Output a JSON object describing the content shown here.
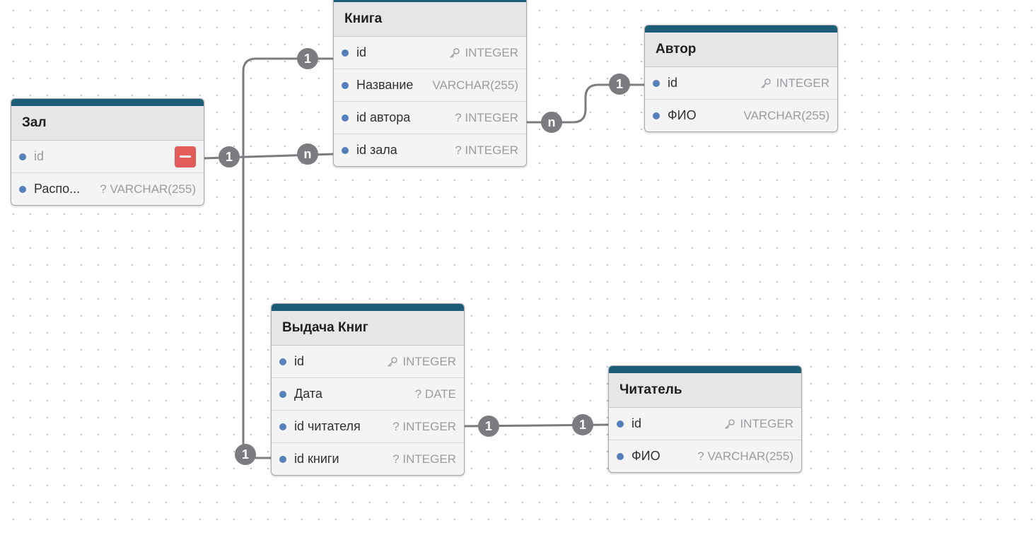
{
  "tables": {
    "kniga": {
      "title": "Книга",
      "fields": [
        {
          "name": "id",
          "type": "INTEGER",
          "key": true
        },
        {
          "name": "Название",
          "type": "VARCHAR(255)"
        },
        {
          "name": "id автора",
          "type": "? INTEGER"
        },
        {
          "name": "id зала",
          "type": "? INTEGER"
        }
      ]
    },
    "avtor": {
      "title": "Автор",
      "fields": [
        {
          "name": "id",
          "type": "INTEGER",
          "key": true
        },
        {
          "name": "ФИО",
          "type": "VARCHAR(255)"
        }
      ]
    },
    "zal": {
      "title": "Зал",
      "fields": [
        {
          "name": "id",
          "type": ""
        },
        {
          "name": "Распо...",
          "type": "? VARCHAR(255)"
        }
      ]
    },
    "vydacha": {
      "title": "Выдача Книг",
      "fields": [
        {
          "name": "id",
          "type": "INTEGER",
          "key": true
        },
        {
          "name": "Дата",
          "type": "? DATE"
        },
        {
          "name": "id читателя",
          "type": "? INTEGER"
        },
        {
          "name": "id книги",
          "type": "? INTEGER"
        }
      ]
    },
    "chitatel": {
      "title": "Читатель",
      "fields": [
        {
          "name": "id",
          "type": "INTEGER",
          "key": true
        },
        {
          "name": "ФИО",
          "type": "? VARCHAR(255)"
        }
      ]
    }
  },
  "relationships": [
    {
      "from": "Книга.id автора",
      "to": "Автор.id",
      "from_card": "n",
      "to_card": "1"
    },
    {
      "from": "Книга.id зала",
      "to": "Зал.id",
      "from_card": "n",
      "to_card": "1"
    },
    {
      "from": "Книга.id",
      "to": "Выдача Книг.id книги",
      "from_card": "1",
      "to_card": "1"
    },
    {
      "from": "Выдача Книг.id читателя",
      "to": "Читатель.id",
      "from_card": "1",
      "to_card": "1"
    }
  ],
  "colors": {
    "header_bar": "#1c5c77",
    "field_dot": "#5580bd",
    "badge": "#7b7c7f",
    "link": "#7b7c7f",
    "delete_button": "#e25c5c"
  },
  "icons": {
    "primary_key": "key-icon",
    "delete": "minus-icon"
  }
}
